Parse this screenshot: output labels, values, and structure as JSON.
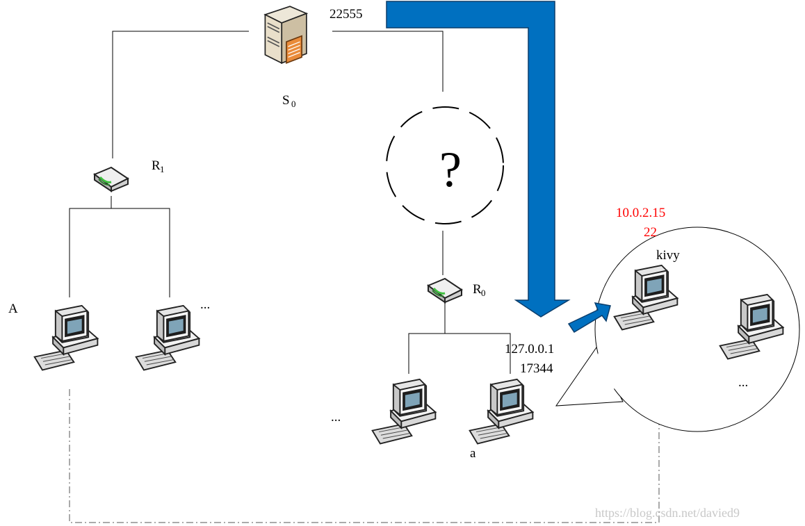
{
  "nodes": {
    "server": {
      "label": "S",
      "subscript": "0",
      "port_label": "22555"
    },
    "router_left": {
      "label": "R",
      "subscript": "1"
    },
    "router_right": {
      "label": "R",
      "subscript": "0"
    },
    "host_A": {
      "label": "A"
    },
    "host_left_more": {
      "label": "..."
    },
    "host_mid_more": {
      "label": "..."
    },
    "host_a": {
      "label": "a",
      "ip": "127.0.0.1",
      "port": "17344"
    },
    "host_kivy": {
      "label": "kivy",
      "ip": "10.0.2.15",
      "port": "22"
    },
    "host_zoom_more": {
      "label": "..."
    }
  },
  "unknown_network": {
    "label": "?"
  },
  "watermark": "https://blog.csdn.net/davied9",
  "colors": {
    "arrow_blue": "#0070c0",
    "address_red": "#ff0000",
    "line": "#000000",
    "watermark": "#c8c8c8"
  }
}
